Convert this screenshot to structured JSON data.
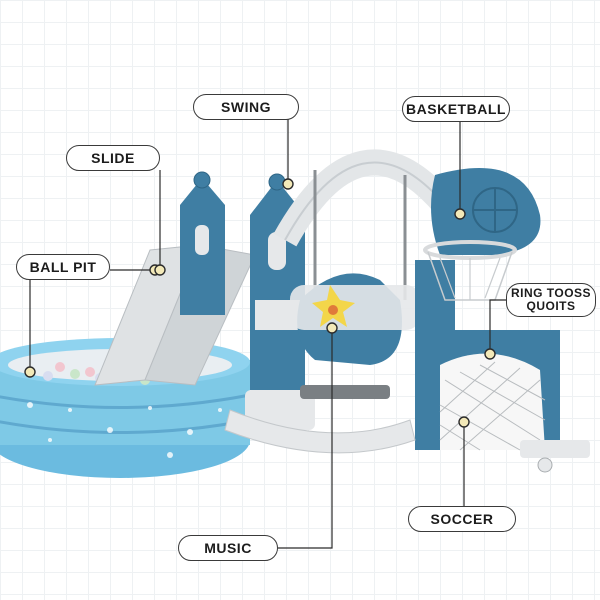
{
  "labels": {
    "swing": "SWING",
    "basketball": "BASKETBALL",
    "slide": "SLIDE",
    "ball_pit": "BALL PIT",
    "ring_toss_line1": "RING TOOSS",
    "ring_toss_line2": "QUOITS",
    "soccer": "SOCCER",
    "music": "MUSIC"
  },
  "colors": {
    "body_blue": "#3f7ea3",
    "light_blue": "#6fb0d0",
    "gray_white": "#e6e8ea",
    "pool_blue": "#7ec9e6"
  }
}
